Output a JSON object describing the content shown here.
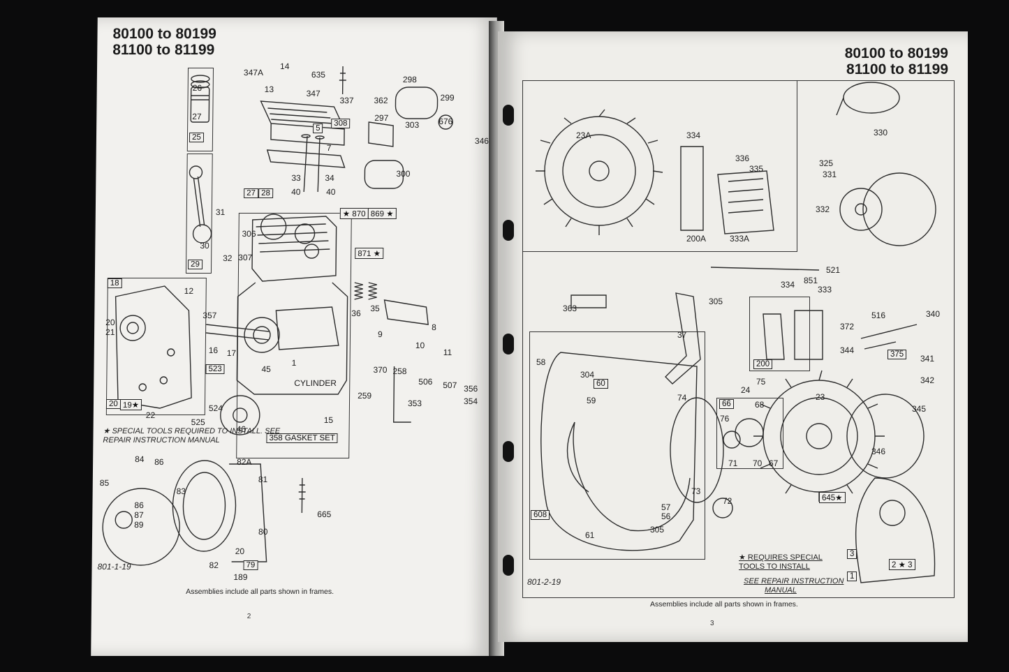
{
  "left_page": {
    "model_line1": "80100 to 80199",
    "model_line2": "81100 to 81199",
    "part_numbers": [
      "26",
      "27",
      "25",
      "14",
      "347A",
      "13",
      "347",
      "635",
      "337",
      "362",
      "298",
      "299",
      "5",
      "308",
      "7",
      "297",
      "303",
      "676",
      "346",
      "300",
      "33",
      "34",
      "40",
      "27",
      "28",
      "31",
      "30",
      "32",
      "29",
      "870",
      "869",
      "306",
      "307",
      "871",
      "18",
      "12",
      "20",
      "21",
      "357",
      "16",
      "17",
      "36",
      "35",
      "8",
      "9",
      "10",
      "11",
      "45",
      "370",
      "258",
      "506",
      "507",
      "356",
      "354",
      "353",
      "259",
      "523",
      "20",
      "19",
      "22",
      "524",
      "525",
      "46",
      "15",
      "84",
      "86",
      "82A",
      "85",
      "83",
      "81",
      "86",
      "87",
      "89",
      "665",
      "80",
      "20",
      "82",
      "79",
      "189"
    ],
    "boxed_labels": {
      "gasket_set": "358 GASKET SET",
      "cylinder": "CYLINDER",
      "cylinder_ref": "1",
      "star870": "★ 870",
      "star869": "869 ★",
      "star871": "871 ★",
      "b18": "18",
      "b20": "20",
      "b19": "19★",
      "b523": "523",
      "b26": "26",
      "b25": "25",
      "b29": "29",
      "b79": "79"
    },
    "special_tools_note": "★ SPECIAL TOOLS REQUIRED TO INSTALL. SEE REPAIR INSTRUCTION MANUAL",
    "drawing_code": "801-1-19",
    "caption": "Assemblies include all parts shown in frames.",
    "page_number": "2"
  },
  "right_page": {
    "model_line1": "80100 to 80199",
    "model_line2": "81100 to 81199",
    "part_numbers": [
      "23A",
      "334",
      "336",
      "335",
      "330",
      "325",
      "331",
      "332",
      "200A",
      "333A",
      "521",
      "363",
      "305",
      "334",
      "851",
      "333",
      "37",
      "516",
      "340",
      "372",
      "344",
      "341",
      "58",
      "304",
      "59",
      "24",
      "75",
      "23",
      "342",
      "345",
      "74",
      "66",
      "68",
      "76",
      "346",
      "71",
      "70",
      "67",
      "73",
      "72",
      "57",
      "56",
      "61",
      "305",
      "3",
      "2 ★ 3",
      "1"
    ],
    "boxed_labels": {
      "b60": "60",
      "b200": "200",
      "b375": "375",
      "b608": "608",
      "b645": "645★",
      "b66": "66"
    },
    "special_tools_note_line1": "★ REQUIRES SPECIAL",
    "special_tools_note_line2": "TOOLS TO INSTALL",
    "handwritten_note_line1": "SEE REPAIR INSTRUCTION",
    "handwritten_note_line2": "MANUAL",
    "drawing_code": "801-2-19",
    "caption": "Assemblies include all parts shown in frames.",
    "page_number": "3"
  }
}
